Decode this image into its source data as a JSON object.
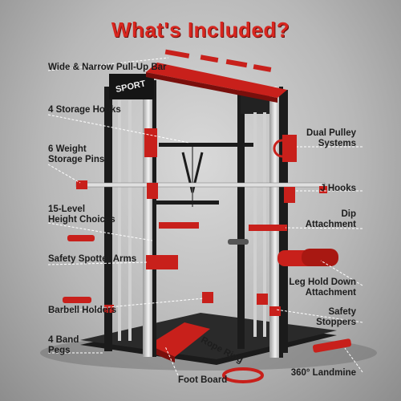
{
  "title": "What's Included?",
  "brand_mark": "SPORT",
  "colors": {
    "accent": "#d8261f",
    "frame": "#1b1b1b",
    "steel": "#c9c9c9"
  },
  "labels": {
    "pullup_bar": "Wide & Narrow Pull-Up Bar",
    "storage_hooks": "4 Storage Hooks",
    "weight_pins_1": "6 Weight",
    "weight_pins_2": "Storage Pins",
    "height_1": "15-Level",
    "height_2": "Height Choices",
    "spotter_arms": "Safety Spotter Arms",
    "barbell_holders": "Barbell Holders",
    "band_pegs_1": "4 Band",
    "band_pegs_2": "Pegs",
    "foot_board": "Foot Board",
    "rope_ring": "Rope Ring",
    "dual_pulley_1": "Dual Pulley",
    "dual_pulley_2": "Systems",
    "j_hooks": "J Hooks",
    "dip_1": "Dip",
    "dip_2": "Attachment",
    "leg_hold_1": "Leg Hold Down",
    "leg_hold_2": "Attachment",
    "safety_stoppers_1": "Safety",
    "safety_stoppers_2": "Stoppers",
    "landmine": "360° Landmine"
  }
}
